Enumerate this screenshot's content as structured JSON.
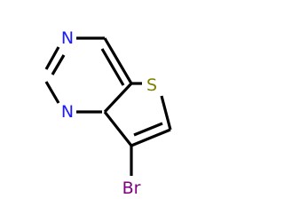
{
  "molecule": {
    "atoms": {
      "n_top": {
        "label": "N",
        "color": "#1a1aff"
      },
      "n_bottom": {
        "label": "N",
        "color": "#1a1aff"
      },
      "s": {
        "label": "S",
        "color": "#808000"
      },
      "br": {
        "label": "Br",
        "color": "#800080"
      }
    },
    "bond_color": "#000000"
  }
}
